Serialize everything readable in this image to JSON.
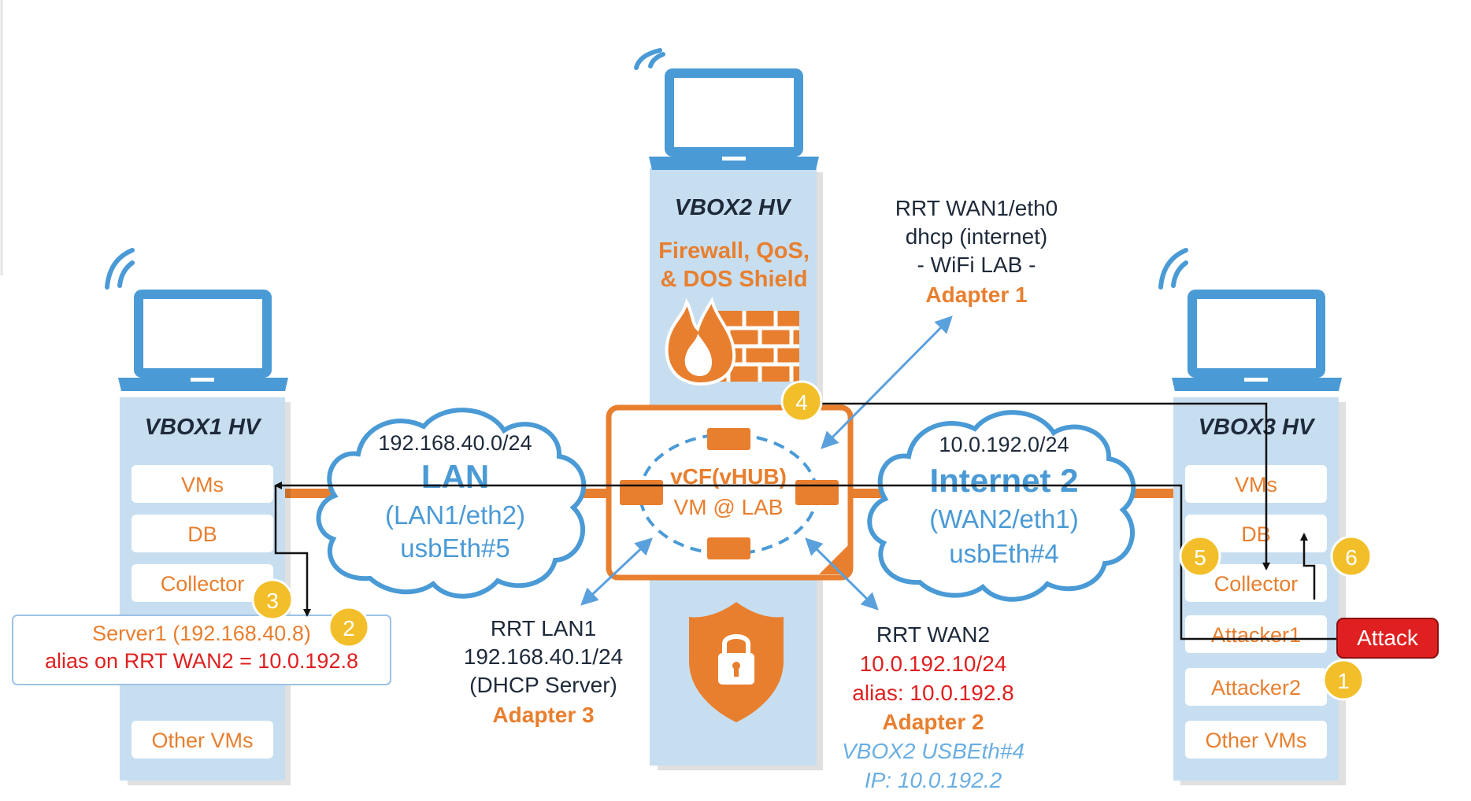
{
  "colors": {
    "orange": "#e87f2f",
    "blue": "#4a9ad6",
    "light_blue": "#c7def0",
    "dark": "#1e2a3a",
    "red": "#e02020",
    "badge": "#f2bf2a",
    "white": "#ffffff"
  },
  "icons": [
    "laptop-icon",
    "wifi-icon",
    "firewall-icon",
    "shield-lock-icon",
    "cloud-icon"
  ],
  "vbox1": {
    "title": "VBOX1 HV",
    "items": [
      "VMs",
      "DB",
      "Collector",
      "Other VMs"
    ],
    "server_line1": "Server1 (192.168.40.8)",
    "server_line2": "alias on RRT WAN2 = 10.0.192.8"
  },
  "vbox2": {
    "title": "VBOX2 HV",
    "feature_line1": "Firewall, QoS,",
    "feature_line2": "& DOS Shield"
  },
  "vbox3": {
    "title": "VBOX3 HV",
    "items": [
      "VMs",
      "DB",
      "Collector",
      "Attacker1",
      "Attacker2",
      "Other VMs"
    ],
    "attack_label": "Attack"
  },
  "lan_cloud": {
    "subnet": "192.168.40.0/24",
    "name": "LAN",
    "iface": "(LAN1/eth2)",
    "usb": "usbEth#5"
  },
  "internet_cloud": {
    "subnet": "10.0.192.0/24",
    "name": "Internet 2",
    "iface": "(WAN2/eth1)",
    "usb": "usbEth#4"
  },
  "vcf": {
    "line1": "vCF(vHUB)",
    "line2": "VM @ LAB"
  },
  "wan1": {
    "line1": "RRT WAN1/eth0",
    "line2": "dhcp (internet)",
    "line3": "- WiFi LAB -",
    "adapter": "Adapter 1"
  },
  "lan1": {
    "line1": "RRT LAN1",
    "line2": "192.168.40.1/24",
    "line3": "(DHCP Server)",
    "adapter": "Adapter 3"
  },
  "wan2": {
    "line1": "RRT WAN2",
    "ip": "10.0.192.10/24",
    "alias": "alias: 10.0.192.8",
    "adapter": "Adapter 2",
    "usb": "VBOX2 USBEth#4",
    "ip2": "IP: 10.0.192.2"
  },
  "badges": [
    "1",
    "2",
    "3",
    "4",
    "5",
    "6"
  ]
}
